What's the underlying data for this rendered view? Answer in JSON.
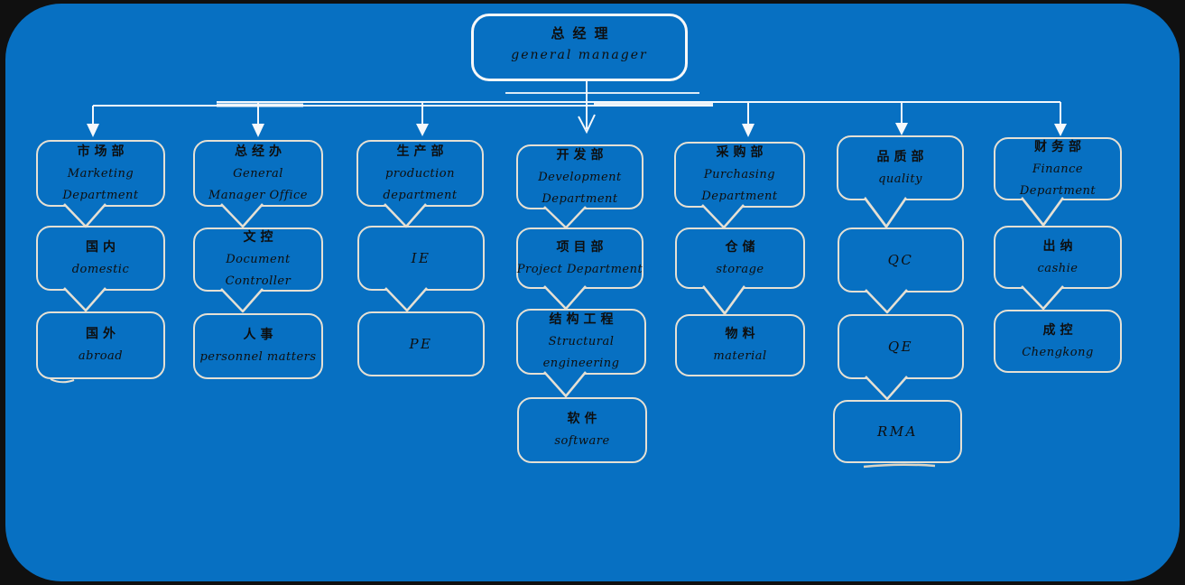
{
  "title": "Company organization chart",
  "palette": {
    "background": "#101010",
    "board_blue": "#0770C2",
    "box_border": "#e5e0d4",
    "top_box_border": "#f8f8f8",
    "connector_white": "#f3f7fb",
    "text": "#0e0e0e"
  },
  "root": {
    "lines": [
      "总经理",
      "general manager"
    ]
  },
  "columns": [
    {
      "dept": {
        "lines": [
          "市场部",
          "Marketing",
          "Department"
        ]
      },
      "children": [
        {
          "lines": [
            "国内",
            "domestic"
          ]
        },
        {
          "lines": [
            "国外",
            "abroad"
          ]
        }
      ]
    },
    {
      "dept": {
        "lines": [
          "总经办",
          "General",
          "Manager Office"
        ]
      },
      "children": [
        {
          "lines": [
            "文控",
            "Document",
            "Controller"
          ]
        },
        {
          "lines": [
            "人事",
            "personnel matters"
          ]
        }
      ]
    },
    {
      "dept": {
        "lines": [
          "生产部",
          "production",
          "department"
        ]
      },
      "children": [
        {
          "lines": [
            "IE"
          ]
        },
        {
          "lines": [
            "PE"
          ]
        }
      ]
    },
    {
      "dept": {
        "lines": [
          "开发部",
          "Development",
          "Department"
        ]
      },
      "children": [
        {
          "lines": [
            "项目部",
            "Project Department"
          ]
        },
        {
          "lines": [
            "结构工程",
            "Structural",
            "engineering"
          ]
        },
        {
          "lines": [
            "软件",
            "software"
          ]
        }
      ]
    },
    {
      "dept": {
        "lines": [
          "采购部",
          "Purchasing",
          "Department"
        ]
      },
      "children": [
        {
          "lines": [
            "仓储",
            "storage"
          ]
        },
        {
          "lines": [
            "物料",
            "material"
          ]
        }
      ]
    },
    {
      "dept": {
        "lines": [
          "品质部",
          "quality"
        ]
      },
      "children": [
        {
          "lines": [
            "QC"
          ]
        },
        {
          "lines": [
            "QE"
          ]
        },
        {
          "lines": [
            "RMA"
          ]
        }
      ]
    },
    {
      "dept": {
        "lines": [
          "财务部",
          "Finance",
          "Department"
        ]
      },
      "children": [
        {
          "lines": [
            "出纳",
            "cashie"
          ]
        },
        {
          "lines": [
            "成控",
            "Chengkong"
          ]
        }
      ]
    }
  ]
}
